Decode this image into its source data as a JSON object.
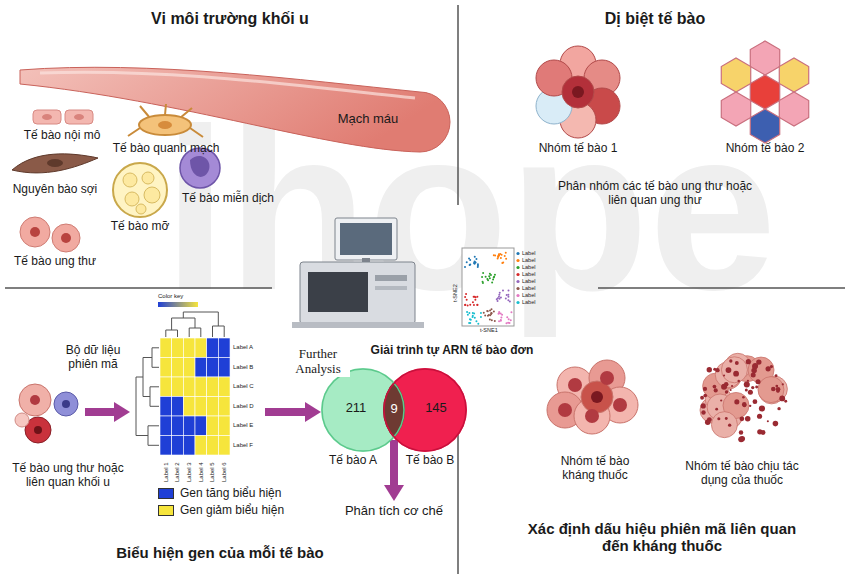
{
  "diagram": {
    "nodes": [
      {
        "text": [
          "Bộ dữ liệu phiên mã"
        ]
      },
      {
        "text": [
          "Tế bào ung thư hoặc liên quan khối u"
        ]
      },
      {
        "text": [
          "211",
          "Tế bào A"
        ]
      },
      {
        "text": [
          "145",
          "Tế bào B"
        ]
      },
      {
        "text": [
          "Phân tích cơ chế"
        ]
      }
    ],
    "edges": [
      {
        "from": 1,
        "to": 0,
        "arrow": "to"
      },
      {
        "from": 0,
        "to": 2,
        "label": "Further Analysis",
        "arrow": "to"
      },
      {
        "from": 3,
        "to": 4,
        "arrow": "to"
      }
    ],
    "labels": [
      "Vi môi trường khối u",
      "Dị biệt tế bào",
      "Tế bào nội mô",
      "Tế bào quanh mạch",
      "Mạch máu",
      "Nguyên bào sợi",
      "Tế bào miễn dịch",
      "Tế bào mỡ",
      "Tế bào ung thư",
      "Nhóm tế bào 1",
      "Nhóm tế bào 2",
      "Phân nhóm các tế bào ung thư hoặc liên quan ung thư",
      "ihope",
      "Color key",
      "Label A",
      "Label B",
      "Label C",
      "Label D",
      "Label E",
      "Label F",
      "Label 1",
      "Label 2",
      "Label 3",
      "Label 4",
      "Label 5",
      "Label 6",
      "t-SNE2",
      "t-SNE1",
      "Label",
      "Label",
      "Label",
      "Label",
      "Label",
      "Label",
      "Label",
      "Label",
      "Giải trình tự ARN tế bào đơn",
      "9",
      "Nhóm tế bào kháng thuốc",
      "Nhóm tế bào chịu tác dụng của thuốc",
      "Biểu hiện gen của mỗi tế bào",
      "Xác định dấu hiệu phiên mã liên quan đến kháng thuốc"
    ],
    "legend": [
      {
        "text": "Gen tăng biểu hiện",
        "color": "#1f3fd6"
      },
      {
        "text": "Gen giảm biểu hiện",
        "color": "#f6e53c"
      }
    ]
  }
}
